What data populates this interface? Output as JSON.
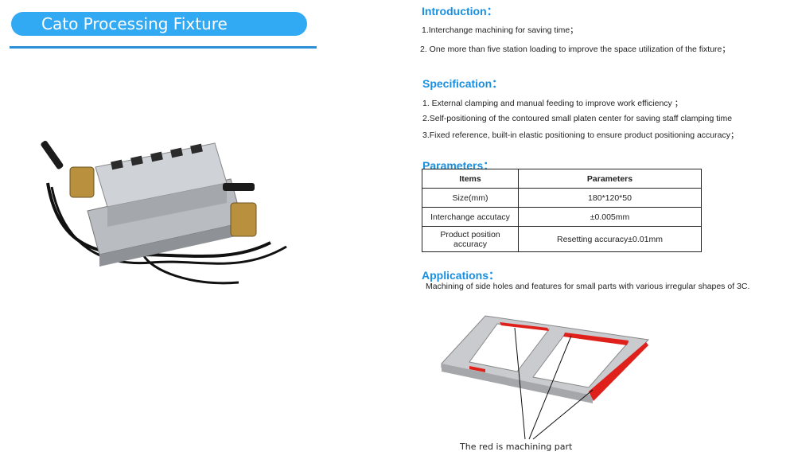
{
  "header": {
    "title": "Cato Processing Fixture"
  },
  "introduction": {
    "heading": "Introduction：",
    "items": [
      "1.Interchange machining for saving time；",
      "2. One more than five station loading to improve the space utilization of the fixture；"
    ]
  },
  "specification": {
    "heading": "Specification：",
    "items": [
      "1. External clamping and manual feeding to improve work efficiency ；",
      "2.Self-positioning of the contoured small platen center for saving staff clamping time",
      "3.Fixed reference, built-in elastic positioning to ensure product positioning accuracy；"
    ]
  },
  "parameters": {
    "heading": "Parameters：",
    "columns": [
      "Items",
      "Parameters"
    ],
    "rows": [
      [
        "Size(mm)",
        "180*120*50"
      ],
      [
        "Interchange accutacy",
        "±0.005mm"
      ],
      [
        "Product position accuracy",
        "Resetting accuracy±0.01mm"
      ]
    ]
  },
  "applications": {
    "heading": "Applications：",
    "text": "Machining of side holes and features for small parts with various irregular shapes of 3C.",
    "caption": "The red is machining part"
  },
  "colors": {
    "accent": "#31a9f3",
    "heading": "#1a8fe0",
    "machining": "#e0201b"
  },
  "images": {
    "fixture": "cnc-fixture-photo",
    "part": "sim-tray-part-diagram"
  }
}
